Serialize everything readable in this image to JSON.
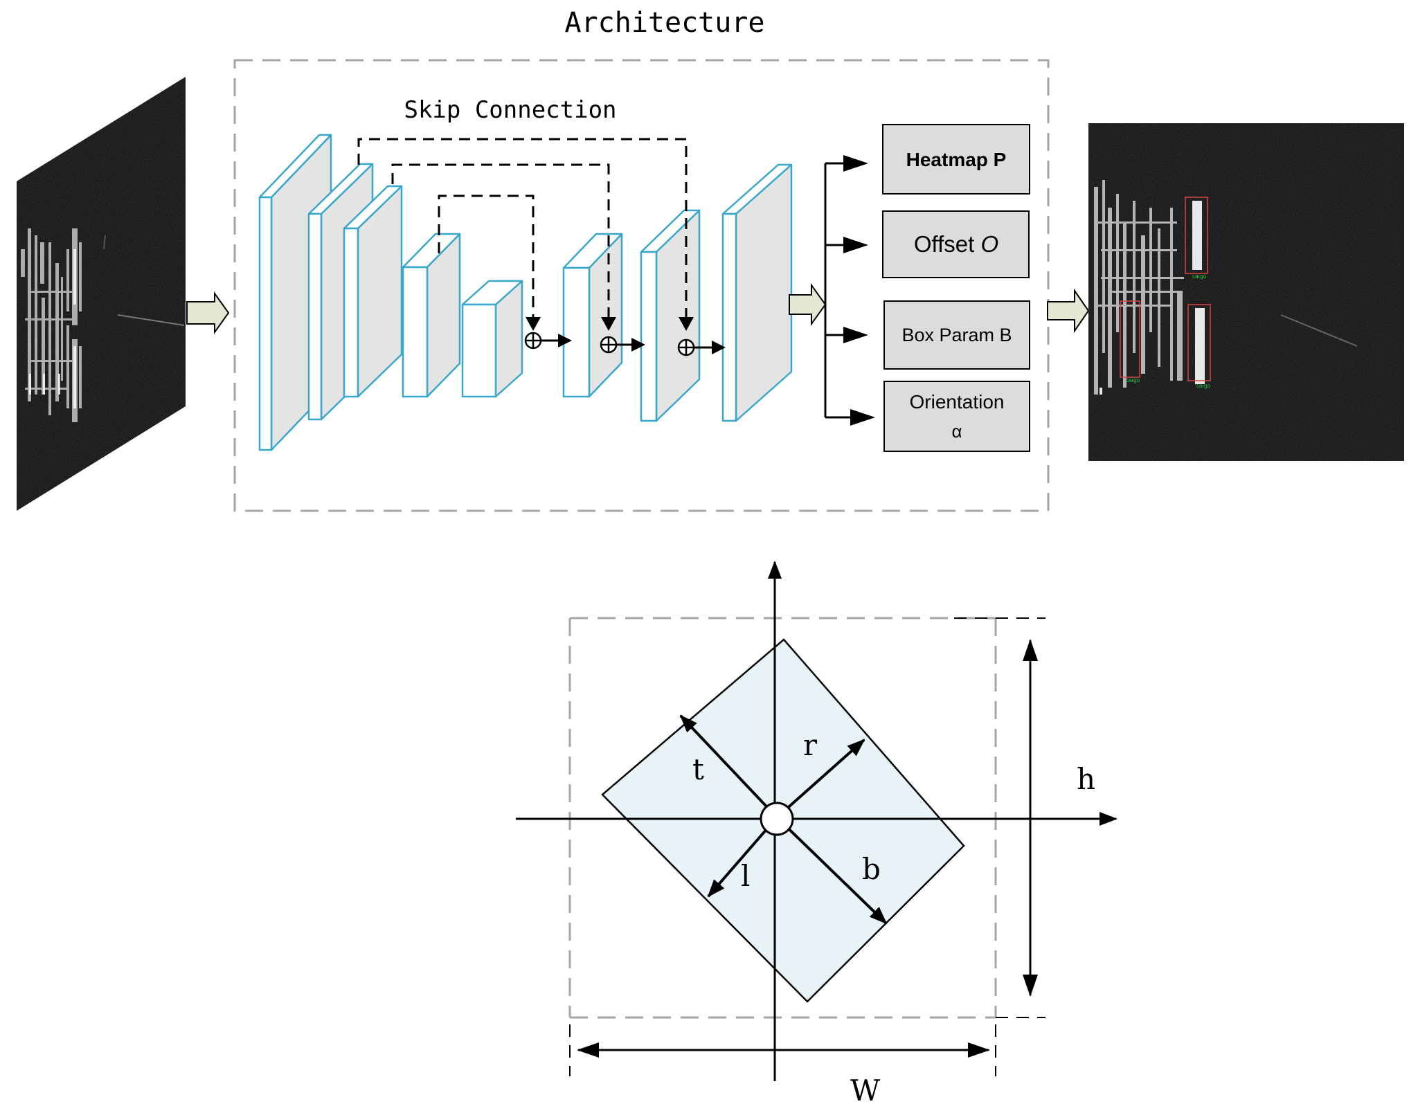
{
  "architecture": {
    "title": "Architecture",
    "skip_label": "Skip Connection",
    "outputs": [
      {
        "label": "Heatmap P"
      },
      {
        "label_main": "Offset ",
        "label_italic": "O"
      },
      {
        "label": "Box Param B"
      },
      {
        "line1": "Orientation",
        "line2": "α"
      }
    ],
    "colors": {
      "layer_edge": "#39a6cc",
      "layer_face": "#e4e4e4",
      "output_fill": "#dcdcdc",
      "arrow_fill": "#e2e8d2",
      "dashed_frame": "#a6a6a6"
    }
  },
  "geometry_diagram": {
    "labels": {
      "t": "t",
      "r": "r",
      "l": "l",
      "b": "b",
      "h": "h",
      "w": "W"
    },
    "colors": {
      "box_fill": "#e8f3f8",
      "axis": "#000000"
    }
  }
}
